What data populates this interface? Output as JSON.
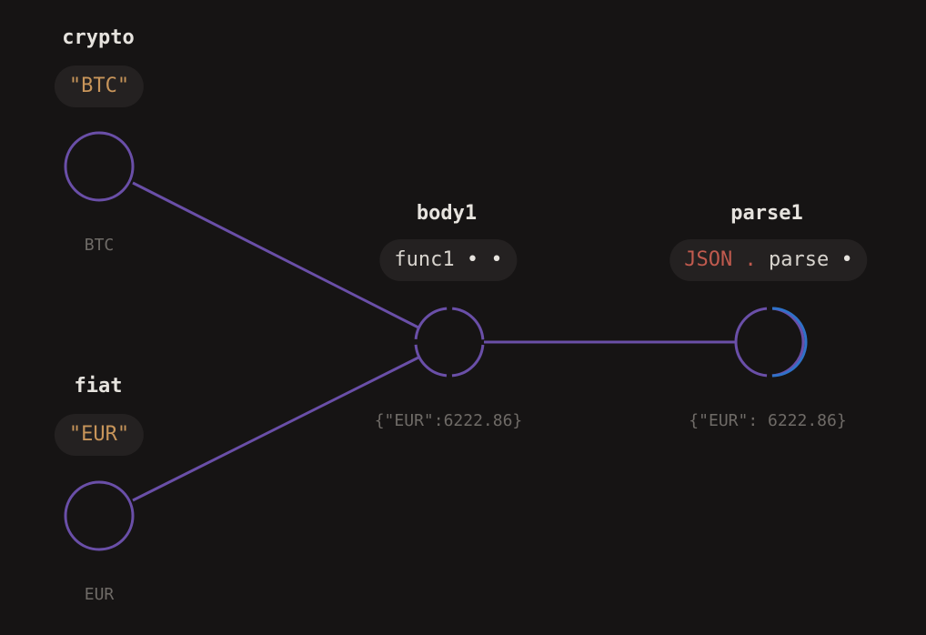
{
  "colors": {
    "background": "#161414",
    "wire": "#6a4fa8",
    "port_ring": "#6a4fa8",
    "port_active": "#2f72c9",
    "pill_bg": "#242121",
    "string_literal": "#c8955a",
    "keyword": "#c05a4e",
    "caption": "#6f6b67",
    "title": "#e6e3de"
  },
  "nodes": {
    "crypto": {
      "title": "crypto",
      "value": "\"BTC\"",
      "output": "BTC"
    },
    "fiat": {
      "title": "fiat",
      "value": "\"EUR\"",
      "output": "EUR"
    },
    "body1": {
      "title": "body1",
      "func": "func1",
      "args": "• •",
      "output": "{\"EUR\":6222.86}"
    },
    "parse1": {
      "title": "parse1",
      "object": "JSON",
      "dot": ".",
      "method": "parse",
      "args": "•",
      "output": "{\"EUR\": 6222.86}"
    }
  }
}
